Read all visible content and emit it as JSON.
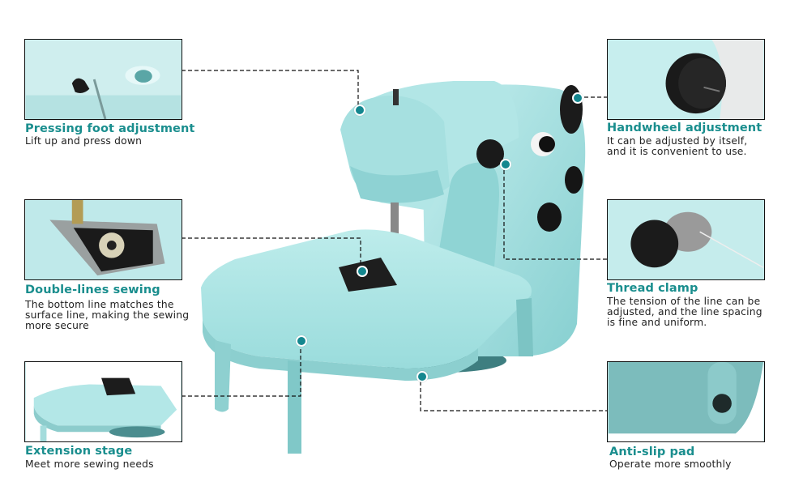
{
  "colors": {
    "heading": "#1a8e8e",
    "dot": "#14878f",
    "machine_body": "#a8e3e3",
    "text": "#222222"
  },
  "features": [
    {
      "id": "pressing-foot",
      "title": "Pressing foot adjustment",
      "description": "Lift up and press down"
    },
    {
      "id": "double-lines",
      "title": "Double-lines sewing",
      "description_lines": [
        "The bottom line matches the",
        "surface line, making the sewing",
        "more secure"
      ]
    },
    {
      "id": "extension-stage",
      "title": "Extension stage",
      "description": "Meet more sewing needs"
    },
    {
      "id": "handwheel",
      "title": "Handwheel adjustment",
      "description_lines": [
        "It can be adjusted by itself,",
        "and it is convenient to use."
      ]
    },
    {
      "id": "thread-clamp",
      "title": "Thread clamp",
      "description_lines": [
        "The tension of the line can be",
        "adjusted, and the line spacing",
        "is fine and uniform."
      ]
    },
    {
      "id": "anti-slip",
      "title": "Anti-slip pad",
      "description": "Operate more smoothly"
    }
  ]
}
